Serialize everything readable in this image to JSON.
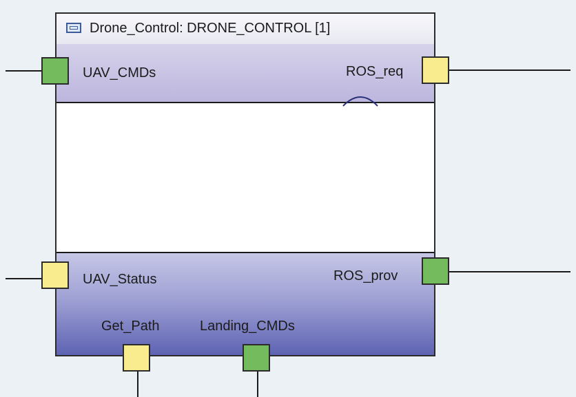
{
  "component": {
    "title": "Drone_Control: DRONE_CONTROL [1]",
    "title_icon": "component-icon"
  },
  "ports": {
    "uav_cmds": {
      "label": "UAV_CMDs",
      "color": "#74bb5e"
    },
    "ros_req": {
      "label": "ROS_req",
      "color": "#f8ec8e"
    },
    "uav_status": {
      "label": "UAV_Status",
      "color": "#f8ec8e"
    },
    "ros_prov": {
      "label": "ROS_prov",
      "color": "#74bb5e"
    },
    "get_path": {
      "label": "Get_Path",
      "color": "#f8ec8e"
    },
    "landing_cmds": {
      "label": "Landing_CMDs",
      "color": "#74bb5e"
    }
  },
  "colors": {
    "background": "#ecf1f6",
    "header_band": "#bcb6de",
    "footer_band": "#5e63b3"
  }
}
